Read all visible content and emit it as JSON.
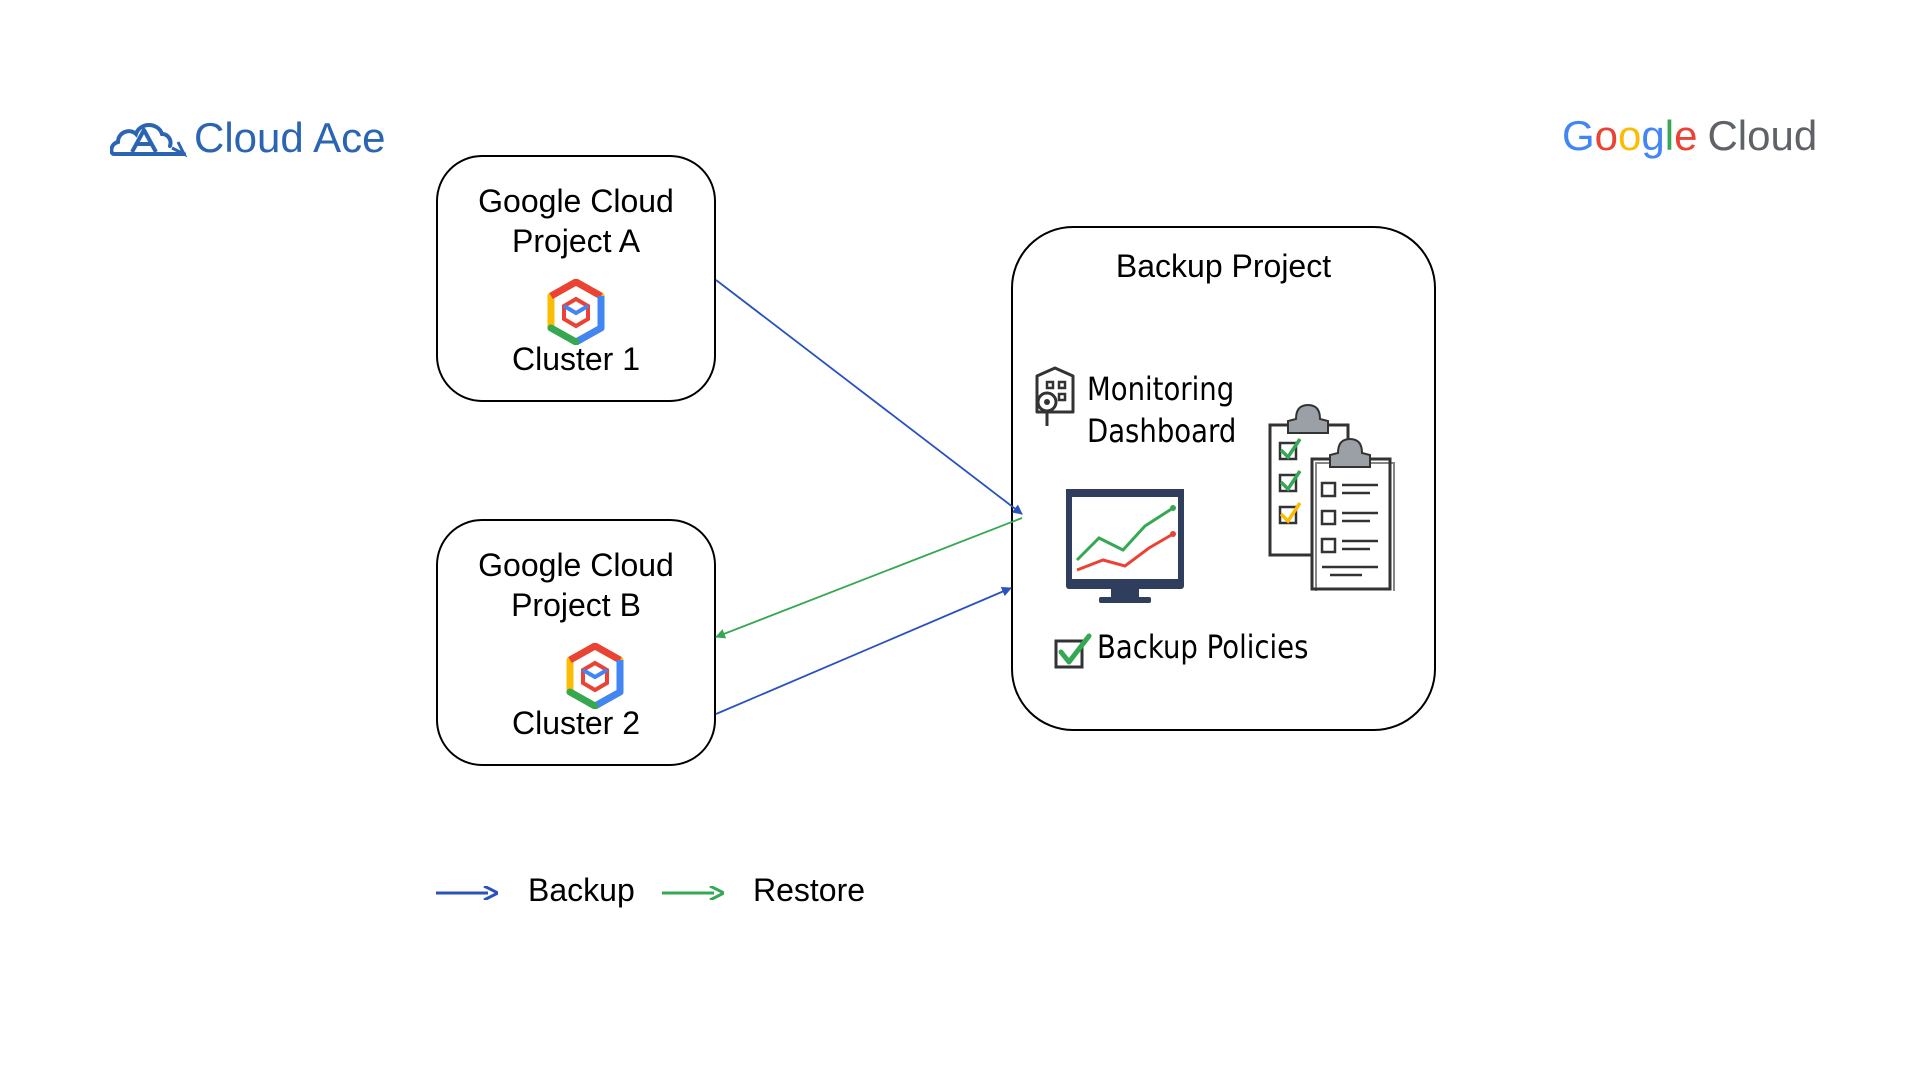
{
  "logos": {
    "cloud_ace": "Cloud Ace",
    "google": "Google",
    "google_suffix": "Cloud",
    "google_letter_colors": [
      "#4285F4",
      "#EA4335",
      "#FBBC05",
      "#4285F4",
      "#34A853",
      "#EA4335"
    ]
  },
  "projects": {
    "a": {
      "title_line1": "Google Cloud",
      "title_line2": "Project A",
      "cluster": "Cluster 1"
    },
    "b": {
      "title_line1": "Google Cloud",
      "title_line2": "Project B",
      "cluster": "Cluster 2"
    }
  },
  "backup_project": {
    "title": "Backup Project",
    "monitoring_line1": "Monitoring",
    "monitoring_line2": "Dashboard",
    "policies": "Backup Policies"
  },
  "legend": {
    "backup": "Backup",
    "restore": "Restore"
  },
  "colors": {
    "backup": "#2a52be",
    "restore": "#34A853"
  }
}
